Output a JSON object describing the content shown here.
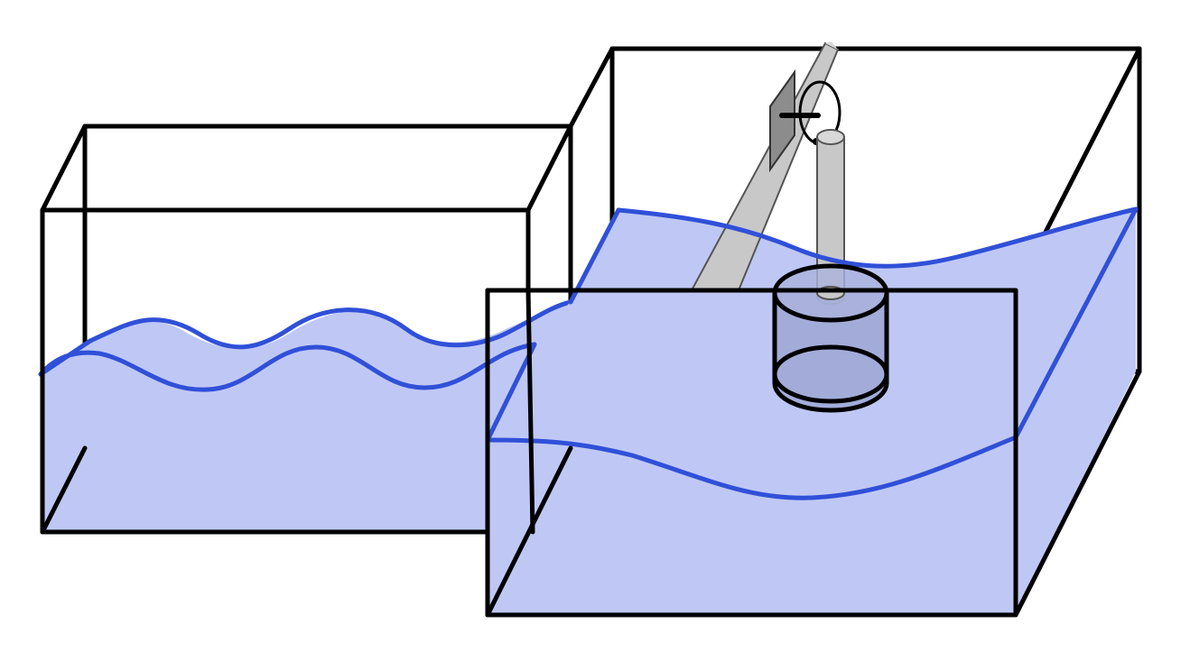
{
  "colors": {
    "background": "#ffffff",
    "frame": "#000000",
    "water_fill": "#bfc8f5",
    "water_line": "#3050d8",
    "rod": "#c8c8c8",
    "rod_outline": "#555555",
    "plate": "#8c8c8c",
    "cylinder_fill": "#9aa3cf"
  },
  "diagram": {
    "description_labels": [],
    "components": [
      {
        "name": "small-tank",
        "icon": "wire-box-icon"
      },
      {
        "name": "large-tank",
        "icon": "wire-box-icon"
      },
      {
        "name": "wave-surface",
        "icon": "wave-icon"
      },
      {
        "name": "wave-maker-plunger",
        "icon": "cylinder-icon"
      },
      {
        "name": "drive-arm",
        "icon": "rod-icon"
      }
    ]
  }
}
